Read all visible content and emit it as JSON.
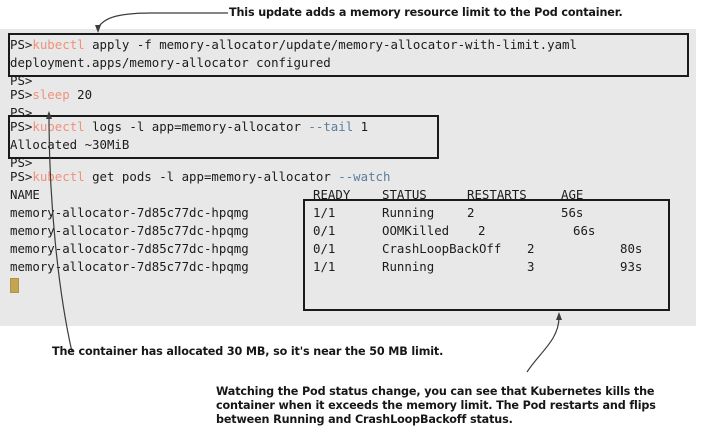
{
  "terminal": {
    "prompt": "PS>",
    "lines": [
      {
        "id": "l1",
        "prompt": "PS>",
        "cmd": "kubectl",
        "rest": " apply -f memory-allocator/update/memory-allocator-with-limit.yaml"
      },
      {
        "id": "l2",
        "prompt": "",
        "cmd": "",
        "rest": "deployment.apps/memory-allocator configured"
      },
      {
        "id": "l3",
        "prompt": "PS>",
        "cmd": "",
        "rest": ""
      },
      {
        "id": "l4",
        "prompt": "PS>",
        "cmd": "sleep",
        "rest": " 20"
      },
      {
        "id": "l5",
        "prompt": "PS>",
        "cmd": "",
        "rest": ""
      },
      {
        "id": "l6",
        "prompt": "PS>",
        "cmd": "kubectl",
        "rest": " logs -l app=memory-allocator ",
        "flag": "--tail",
        "tail": " 1"
      },
      {
        "id": "l7",
        "prompt": "",
        "cmd": "",
        "rest": "Allocated ~30MiB"
      },
      {
        "id": "l8",
        "prompt": "PS>",
        "cmd": "",
        "rest": ""
      },
      {
        "id": "l9",
        "prompt": "PS>",
        "cmd": "kubectl",
        "rest": " get pods -l app=memory-allocator ",
        "flag": "--watch",
        "tail": ""
      }
    ],
    "pod_name": "memory-allocator-7d85c77dc-hpqmg",
    "name_header": "NAME",
    "table": {
      "headers": [
        "READY",
        "STATUS",
        "RESTARTS",
        "AGE"
      ],
      "rows": [
        {
          "ready": "1/1",
          "status": "Running",
          "restarts": "2",
          "age": "56s"
        },
        {
          "ready": "0/1",
          "status": "OOMKilled",
          "restarts": "2",
          "age": "66s"
        },
        {
          "ready": "0/1",
          "status": "CrashLoopBackOff",
          "restarts": "2",
          "age": "80s"
        },
        {
          "ready": "1/1",
          "status": "Running",
          "restarts": "3",
          "age": "93s"
        }
      ]
    }
  },
  "annotations": {
    "top": "This update adds a memory resource limit to the Pod container.",
    "left": "The container has allocated 30 MB, so it's near the 50 MB limit.",
    "bottom_l1": "Watching the Pod status change, you can see that Kubernetes kills the",
    "bottom_l2": "container when it exceeds the memory limit. The Pod restarts and flips",
    "bottom_l3": "between Running and CrashLoopBackoff status."
  },
  "colors": {
    "terminal_bg": "#e8e8e8",
    "command": "#f0917a",
    "flag": "#5b7e9c",
    "text": "#1c1c1c",
    "cursor": "#c3a551",
    "box_border": "#1a1a1a",
    "leader": "#3c3c3c"
  }
}
